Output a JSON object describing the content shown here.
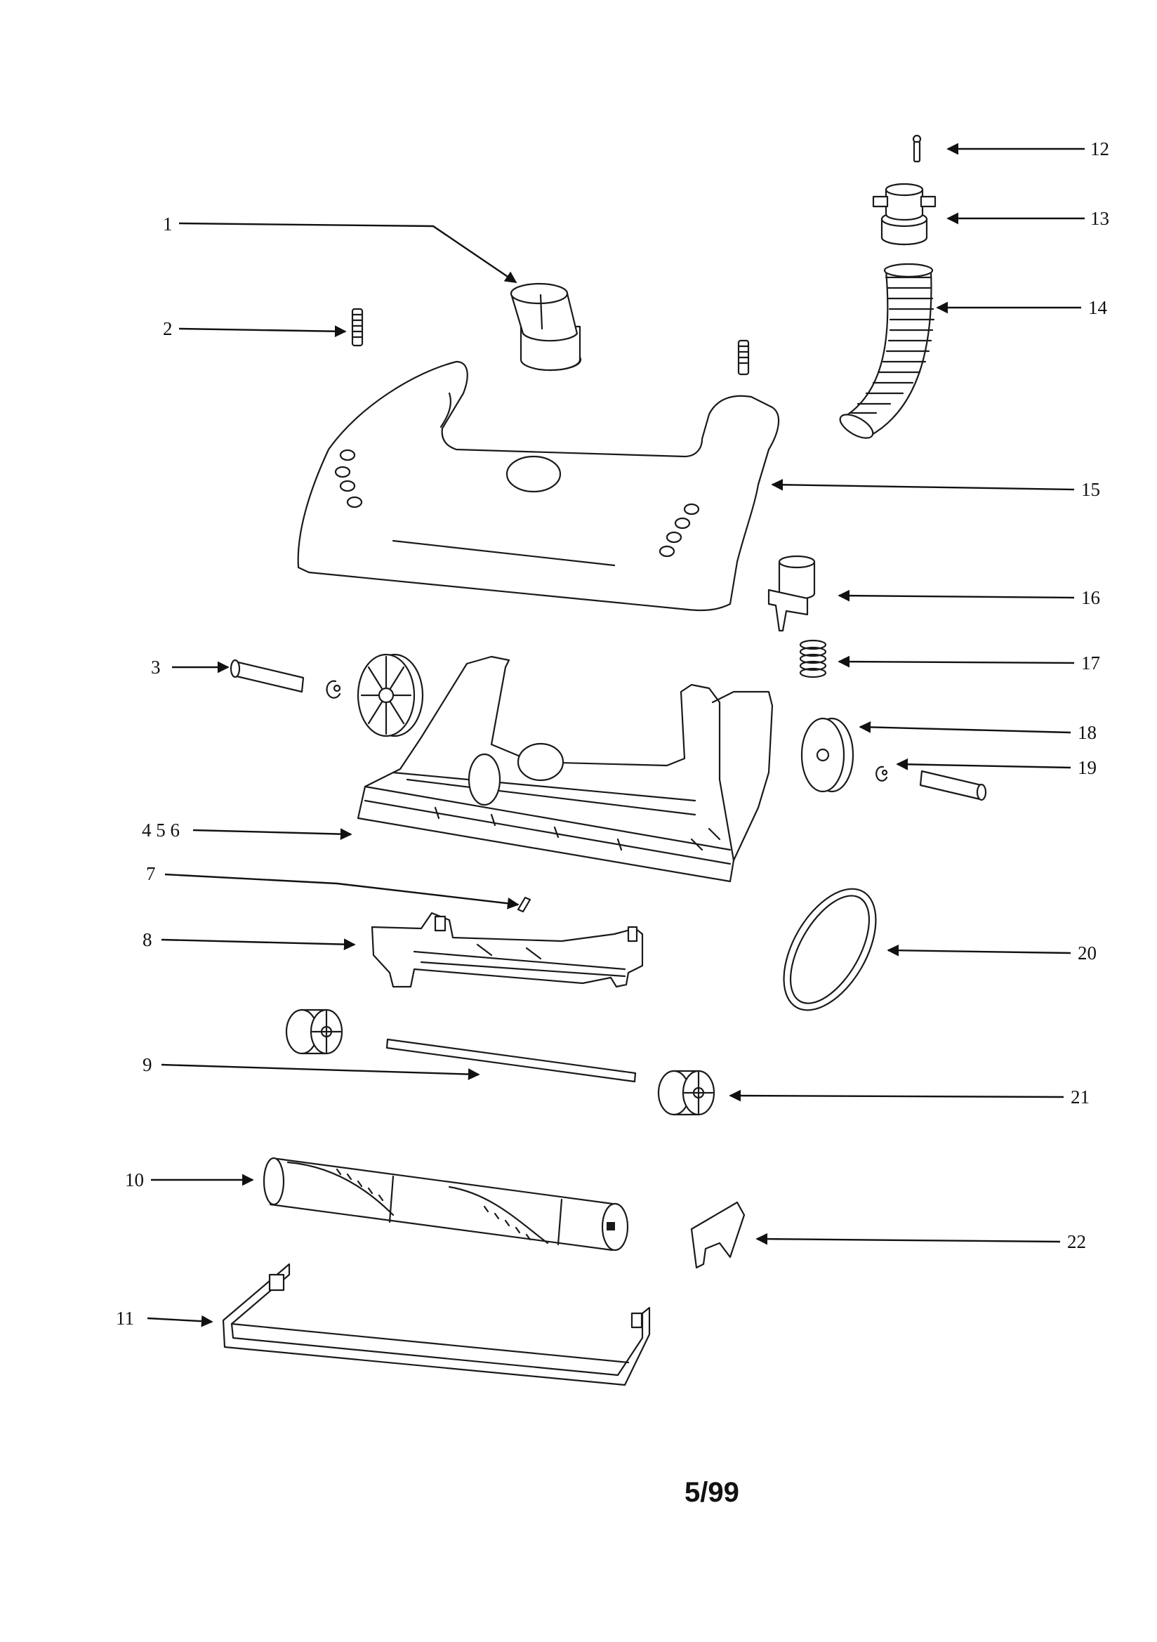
{
  "diagram": {
    "callouts": [
      {
        "id": "1",
        "label": "1"
      },
      {
        "id": "2",
        "label": "2"
      },
      {
        "id": "3",
        "label": "3"
      },
      {
        "id": "456",
        "label": "4 5 6"
      },
      {
        "id": "7",
        "label": "7"
      },
      {
        "id": "8",
        "label": "8"
      },
      {
        "id": "9",
        "label": "9"
      },
      {
        "id": "10",
        "label": "10"
      },
      {
        "id": "11",
        "label": "11"
      },
      {
        "id": "12",
        "label": "12"
      },
      {
        "id": "13",
        "label": "13"
      },
      {
        "id": "14",
        "label": "14"
      },
      {
        "id": "15",
        "label": "15"
      },
      {
        "id": "16",
        "label": "16"
      },
      {
        "id": "17",
        "label": "17"
      },
      {
        "id": "18",
        "label": "18"
      },
      {
        "id": "19",
        "label": "19"
      },
      {
        "id": "20",
        "label": "20"
      },
      {
        "id": "21",
        "label": "21"
      },
      {
        "id": "22",
        "label": "22"
      }
    ]
  },
  "footer": {
    "date_code": "5/99"
  }
}
